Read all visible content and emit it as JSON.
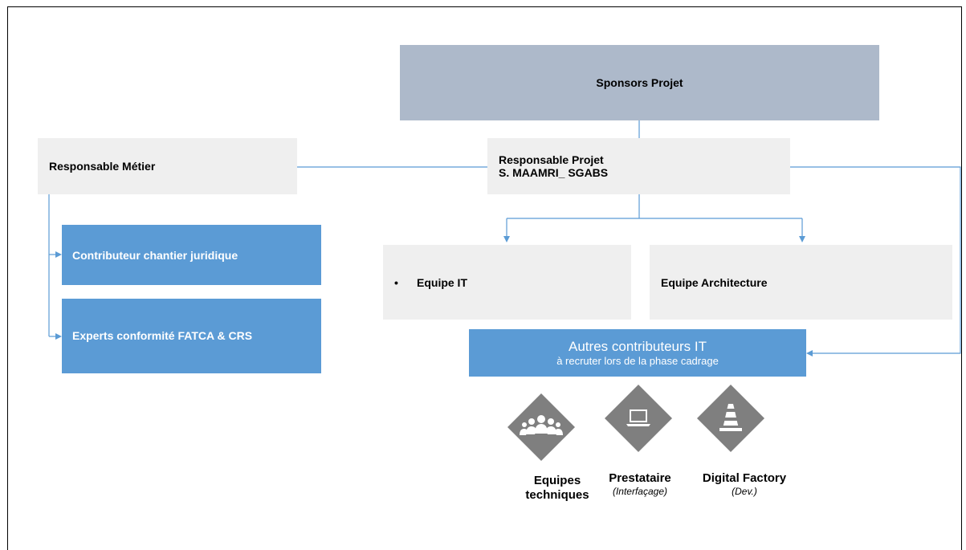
{
  "sponsors": {
    "label": "Sponsors Projet"
  },
  "responsable_projet": {
    "line1": "Responsable Projet",
    "line2": "S. MAAMRI_ SGABS"
  },
  "responsable_metier": {
    "label": "Responsable Métier"
  },
  "metier_children": [
    {
      "label": "Contributeur chantier juridique"
    },
    {
      "label": "Experts conformité FATCA & CRS"
    }
  ],
  "equipe_it": {
    "bullet": "•",
    "label": "Equipe IT"
  },
  "equipe_architecture": {
    "label": "Equipe Architecture"
  },
  "autres": {
    "title": "Autres contributeurs IT",
    "subtitle": "à recruter lors de la phase cadrage"
  },
  "resources": [
    {
      "icon": "team-icon",
      "name_line1": "Equipes",
      "name_line2": "techniques",
      "detail": ""
    },
    {
      "icon": "laptop-icon",
      "name_line1": "Prestataire",
      "name_line2": "",
      "detail": "(Interfaçage)"
    },
    {
      "icon": "traffic-cone-icon",
      "name_line1": "Digital Factory",
      "name_line2": "",
      "detail": "(Dev.)"
    }
  ],
  "colors": {
    "grey_dark": "#adb9ca",
    "grey_light": "#efefef",
    "blue": "#5b9bd5",
    "icon_grey": "#7f7f7f"
  }
}
